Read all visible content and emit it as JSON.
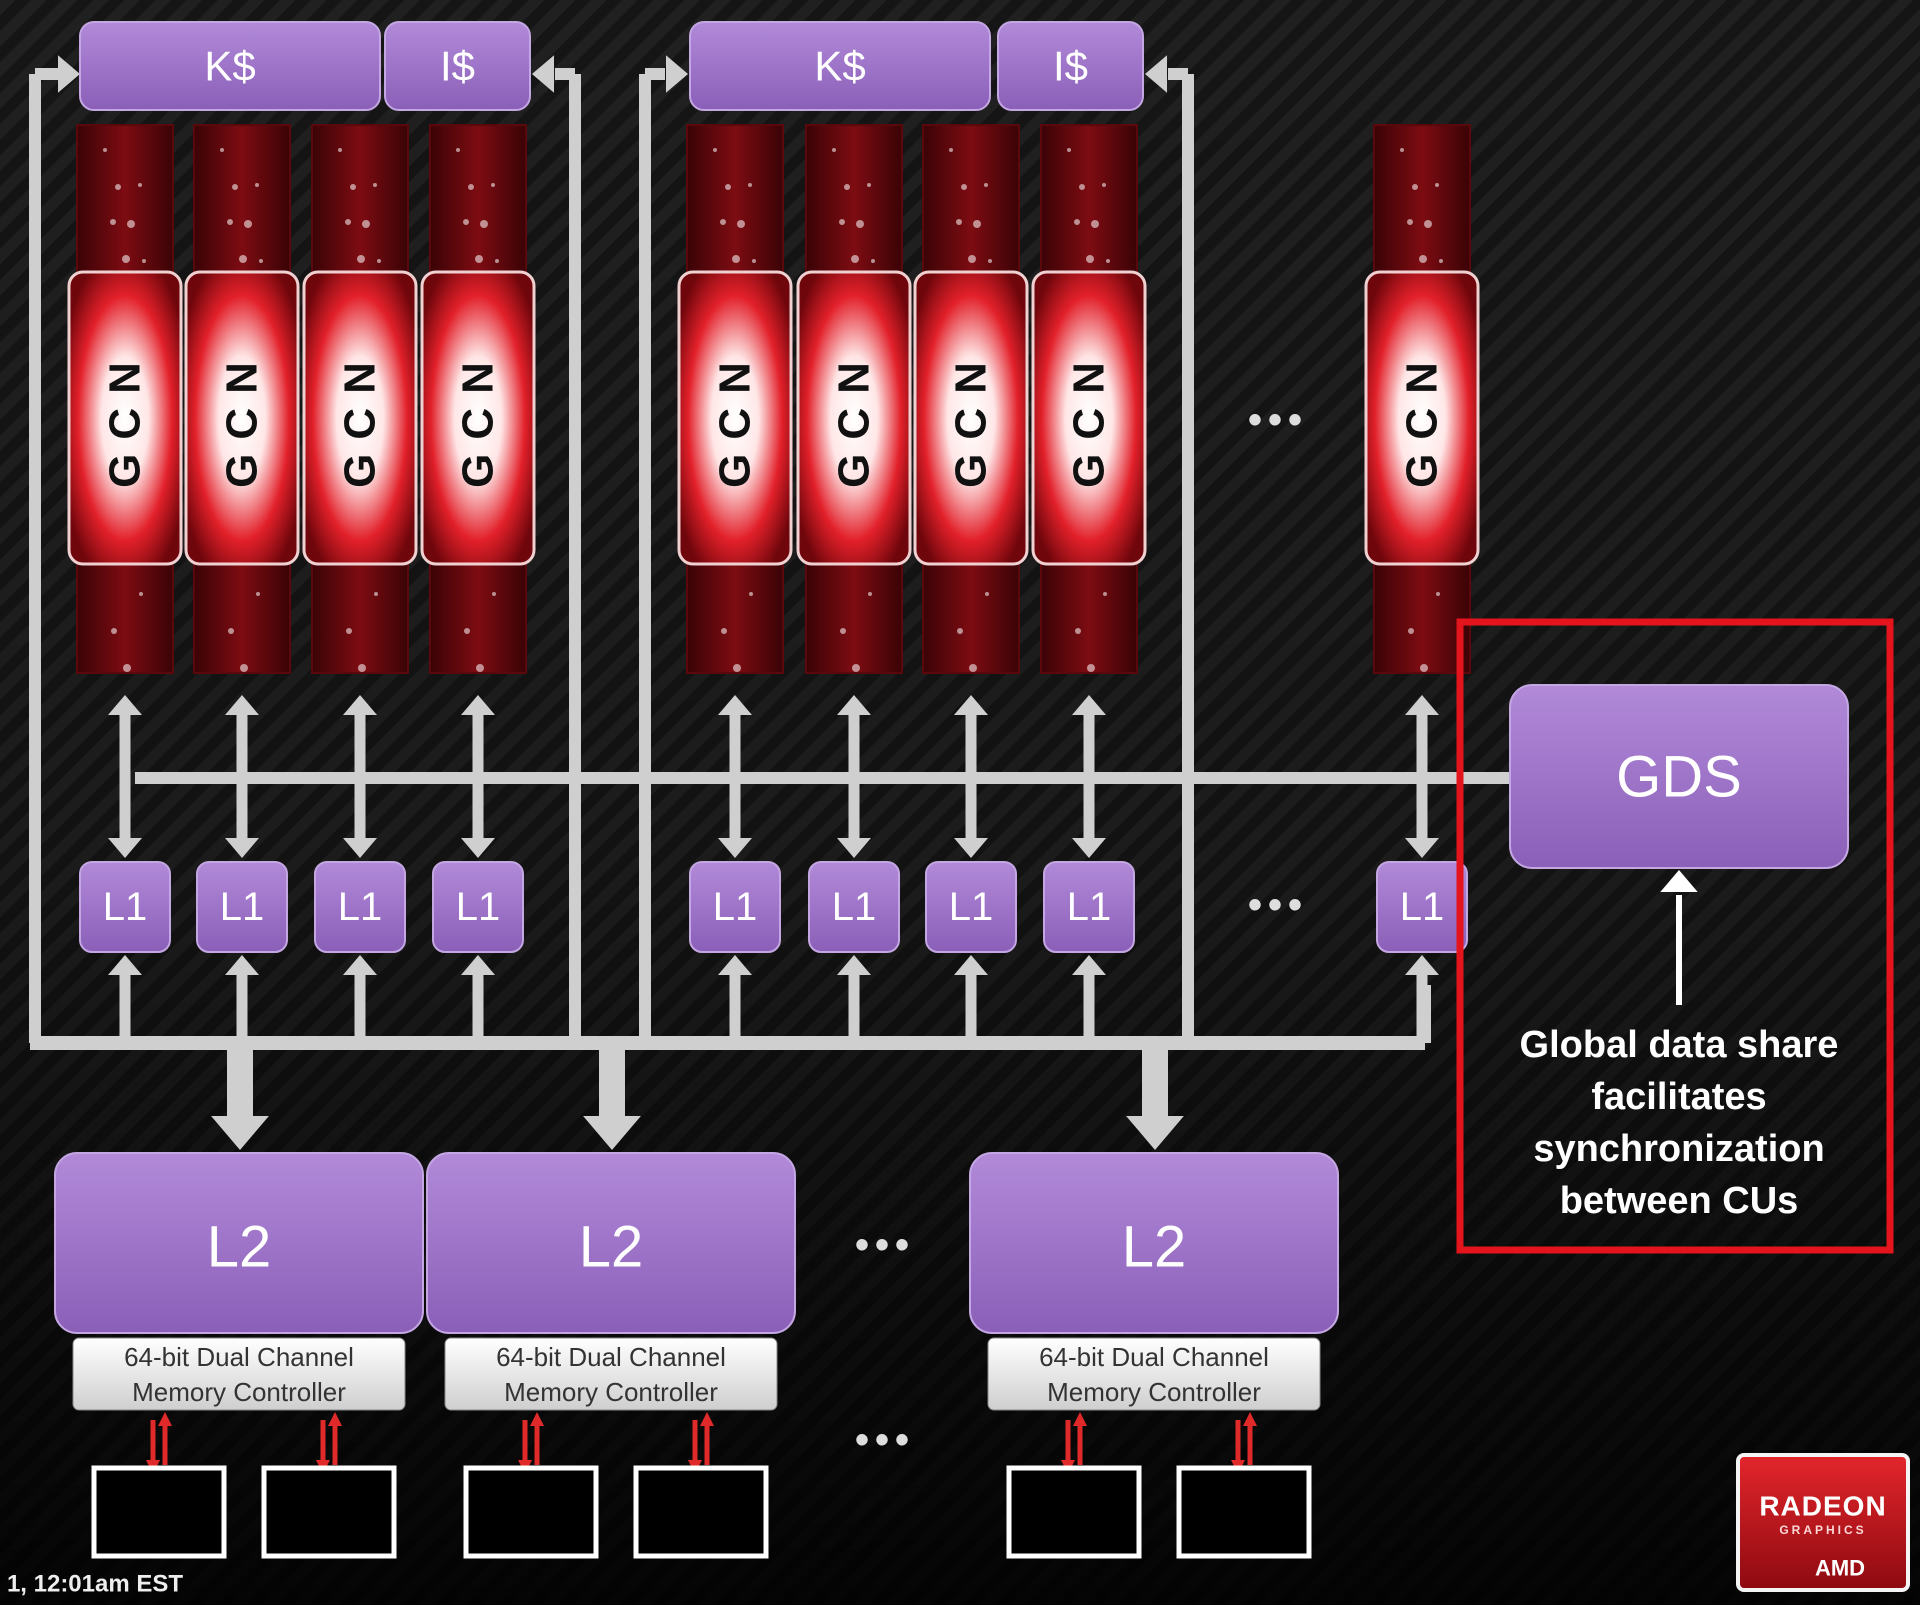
{
  "colors": {
    "purple_box": "#9d72c8",
    "purple_edge": "#c3a6e2",
    "bus": "#cfcfcf",
    "gcn_red": "#8a0d12",
    "highlight_red": "#e3141c",
    "background": "#111111"
  },
  "groups": [
    {
      "k_cache": "K$",
      "i_cache": "I$",
      "cus": [
        "GCN",
        "GCN",
        "GCN",
        "GCN"
      ],
      "l1": [
        "L1",
        "L1",
        "L1",
        "L1"
      ]
    },
    {
      "k_cache": "K$",
      "i_cache": "I$",
      "cus": [
        "GCN",
        "GCN",
        "GCN",
        "GCN"
      ],
      "l1": [
        "L1",
        "L1",
        "L1",
        "L1"
      ]
    }
  ],
  "last_cu": {
    "cu": "GCN",
    "l1": "L1"
  },
  "ellipsis": "•••",
  "gds": {
    "label": "GDS",
    "caption": [
      "Global data share",
      "facilitates",
      "synchronization",
      "between CUs"
    ]
  },
  "l2_blocks": [
    {
      "label": "L2",
      "controller": [
        "64-bit Dual Channel",
        "Memory Controller"
      ]
    },
    {
      "label": "L2",
      "controller": [
        "64-bit Dual Channel",
        "Memory Controller"
      ]
    },
    {
      "label": "L2",
      "controller": [
        "64-bit Dual Channel",
        "Memory Controller"
      ]
    }
  ],
  "timestamp": "1, 12:01am EST",
  "logo": {
    "line1": "RADEON",
    "line2": "GRAPHICS",
    "brand": "AMD"
  }
}
